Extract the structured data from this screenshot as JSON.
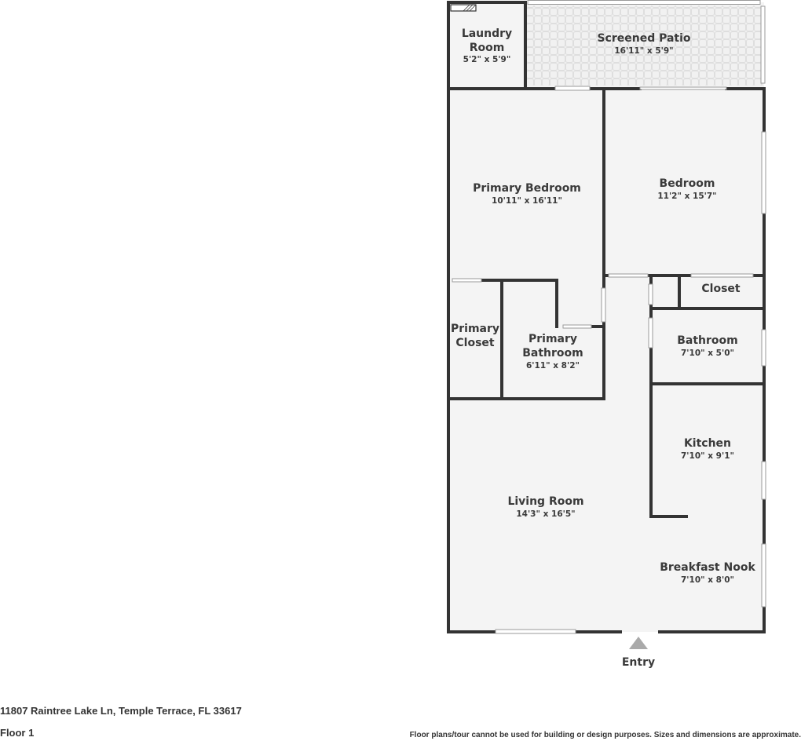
{
  "rooms": {
    "laundry": {
      "name_line1": "Laundry",
      "name_line2": "Room",
      "dims": "5'2\" x 5'9\""
    },
    "patio": {
      "name": "Screened Patio",
      "dims": "16'11\" x 5'9\""
    },
    "primary_bedroom": {
      "name": "Primary Bedroom",
      "dims": "10'11\" x 16'11\""
    },
    "bedroom": {
      "name": "Bedroom",
      "dims": "11'2\" x 15'7\""
    },
    "closet": {
      "name": "Closet"
    },
    "primary_closet": {
      "name_line1": "Primary",
      "name_line2": "Closet"
    },
    "primary_bathroom": {
      "name_line1": "Primary",
      "name_line2": "Bathroom",
      "dims": "6'11\" x 8'2\""
    },
    "bathroom": {
      "name": "Bathroom",
      "dims": "7'10\" x 5'0\""
    },
    "kitchen": {
      "name": "Kitchen",
      "dims": "7'10\" x 9'1\""
    },
    "living_room": {
      "name": "Living Room",
      "dims": "14'3\" x 16'5\""
    },
    "breakfast_nook": {
      "name": "Breakfast Nook",
      "dims": "7'10\" x 8'0\""
    }
  },
  "entry_label": "Entry",
  "footer": {
    "address": "11807 Raintree Lake Ln, Temple Terrace, FL 33617",
    "floor": "Floor 1",
    "disclaimer": "Floor plans/tour cannot be used for building or design purposes. Sizes and dimensions are approximate."
  },
  "colors": {
    "wall": "#333333",
    "floor": "#f4f4f4",
    "patio": "#efefef"
  }
}
